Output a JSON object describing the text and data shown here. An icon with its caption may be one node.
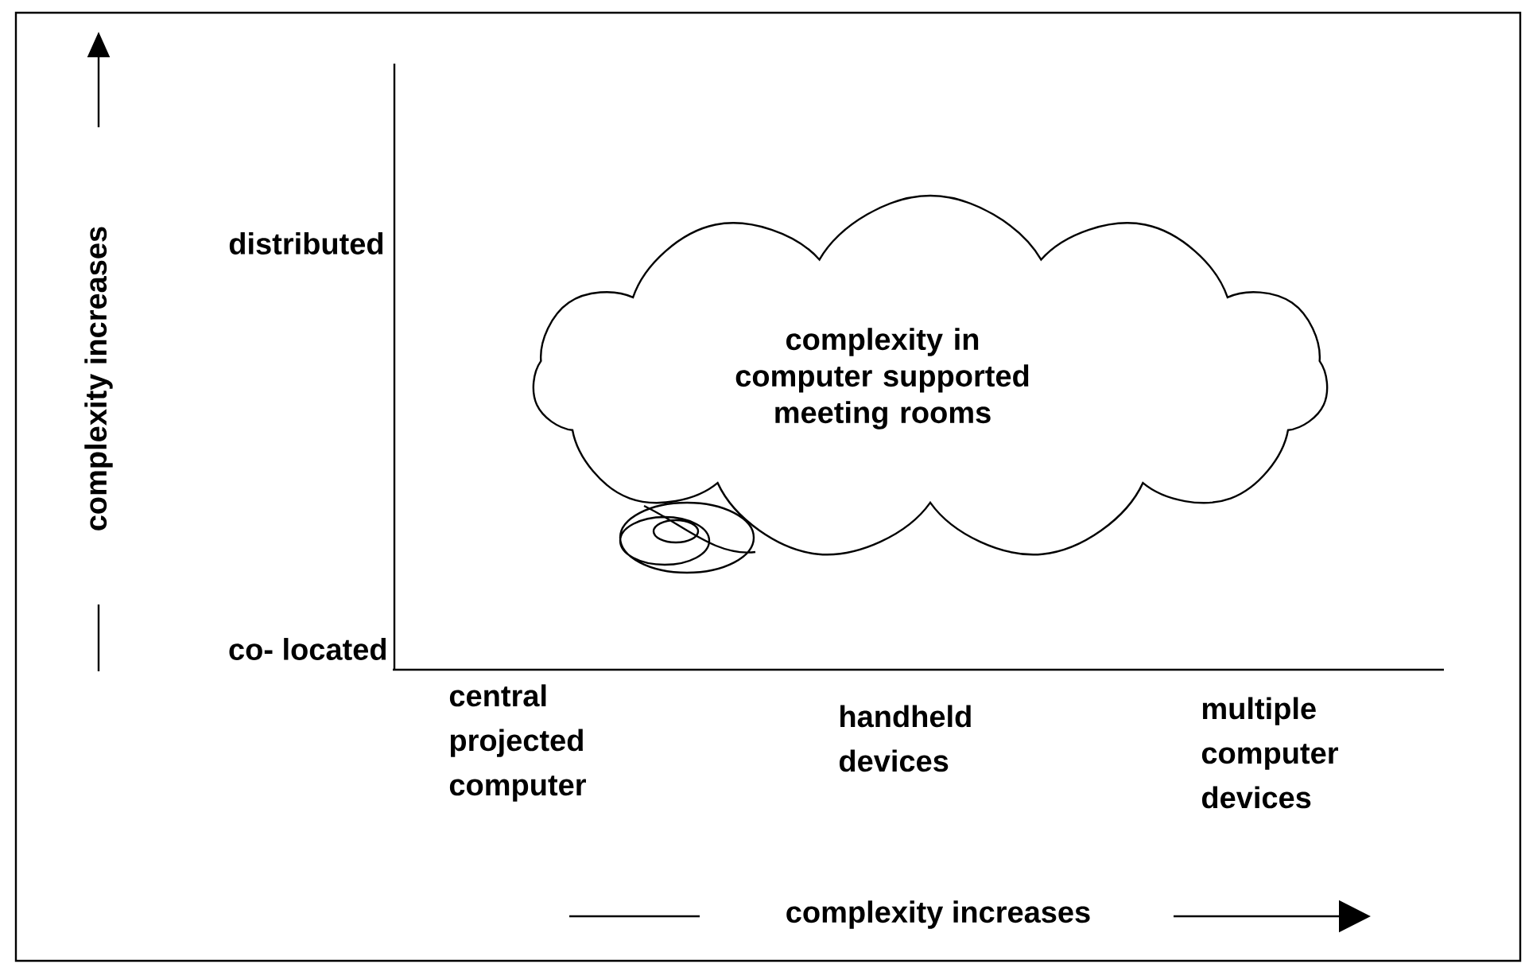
{
  "diagram": {
    "nodes": [
      {
        "text": [
          "complexity in computer supported meeting rooms"
        ]
      }
    ],
    "labels": [
      "complexity increases",
      "distributed",
      "co- located",
      "central projected computer",
      "handheld devices",
      "multiple computer devices",
      "complexity increases"
    ]
  }
}
